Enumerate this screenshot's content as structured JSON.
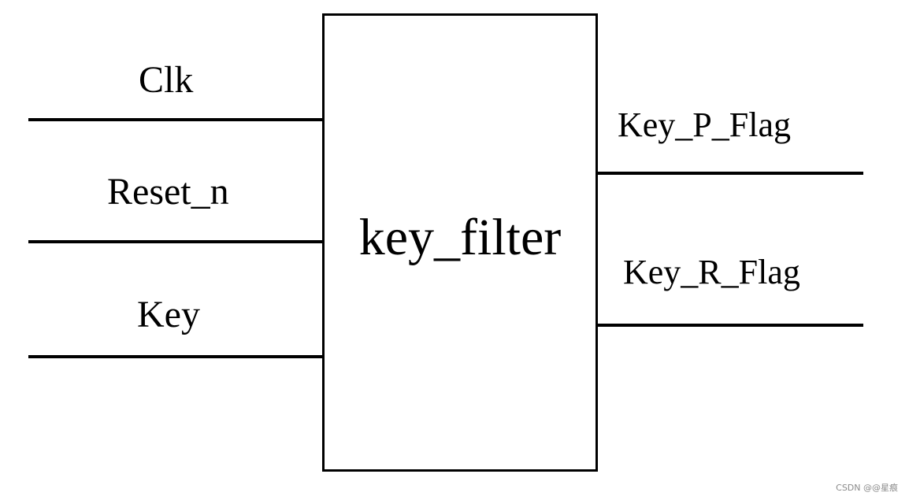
{
  "module": {
    "name": "key_filter"
  },
  "inputs": [
    {
      "label": "Clk"
    },
    {
      "label": "Reset_n"
    },
    {
      "label": "Key"
    }
  ],
  "outputs": [
    {
      "label": "Key_P_Flag"
    },
    {
      "label": "Key_R_Flag"
    }
  ],
  "watermark": "CSDN @@星痕",
  "colors": {
    "line": "#000000",
    "background": "#ffffff",
    "watermark": "#8a8a8a"
  }
}
